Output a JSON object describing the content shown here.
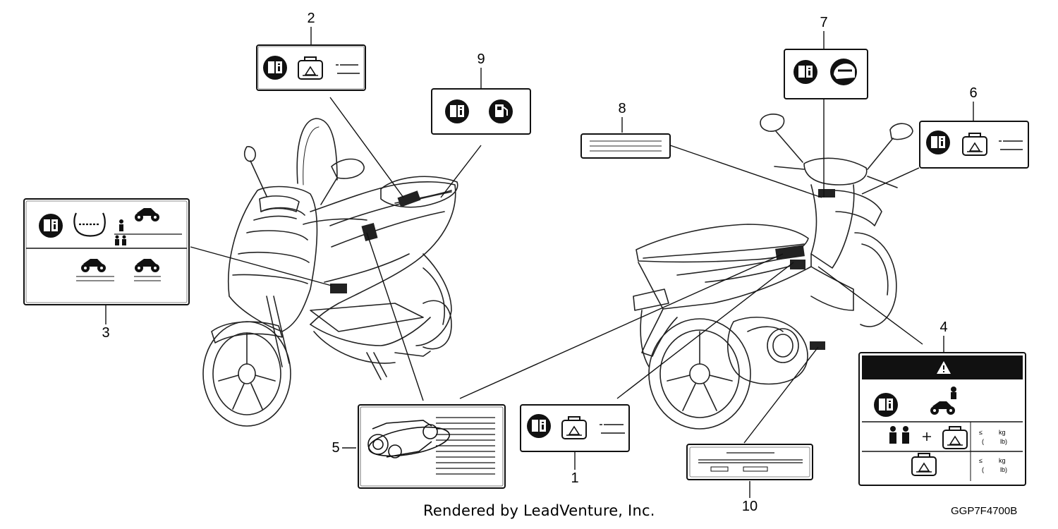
{
  "callouts": {
    "c1": "1",
    "c2": "2",
    "c3": "3",
    "c4": "4",
    "c5": "5",
    "c6": "6",
    "c7": "7",
    "c8": "8",
    "c9": "9",
    "c10": "10"
  },
  "label4": {
    "units_kg_1": "kg",
    "units_lb_1": "lb)",
    "units_kg_2": "kg",
    "units_lb_2": "lb)",
    "leq_1": "≤",
    "leq_2": "≤",
    "paren_1": "(",
    "paren_2": "("
  },
  "footer": {
    "credit": "Rendered by LeadVenture, Inc.",
    "code": "GGP7F4700B"
  },
  "icons": [
    "manual-book-icon",
    "toolbox-icon",
    "helmet-icon",
    "fuel-icon",
    "tire-pressure-icon",
    "motorcycle-icon",
    "person-icon",
    "warning-triangle-icon"
  ]
}
